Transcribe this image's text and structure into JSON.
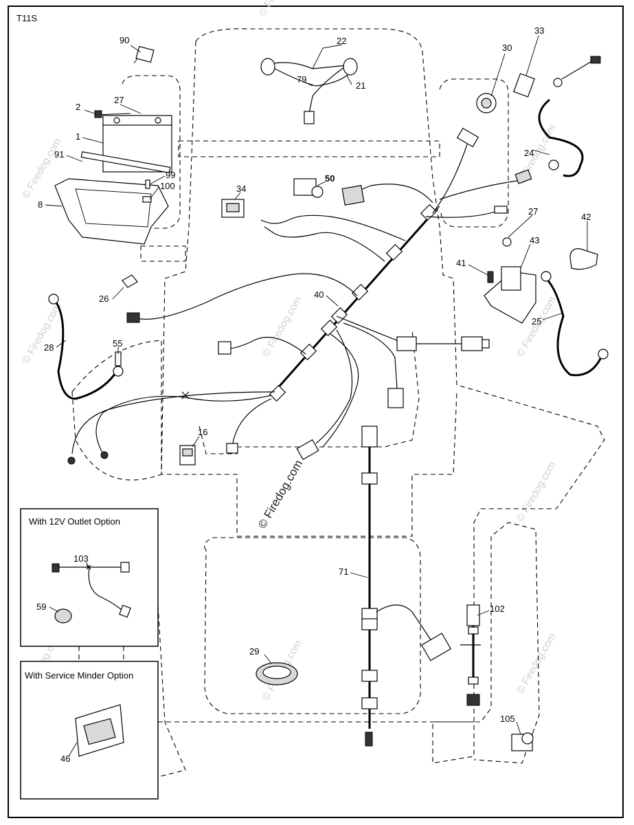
{
  "diagram_code": "T11S",
  "watermark": "© Firedog.com",
  "insets": {
    "outlet": {
      "title": "With 12V Outlet Option"
    },
    "service": {
      "title": "With Service Minder Option"
    }
  },
  "callouts": {
    "p90": "90",
    "p22": "22",
    "p79": "79",
    "p21": "21",
    "p30": "30",
    "p33": "33",
    "p27a": "27",
    "p2": "2",
    "p1": "1",
    "p91": "91",
    "p99": "99",
    "p100": "100",
    "p8": "8",
    "p34": "34",
    "p50": "50",
    "p24": "24",
    "p27b": "27",
    "p42": "42",
    "p43": "43",
    "p41": "41",
    "p26": "26",
    "p40": "40",
    "p25": "25",
    "p28": "28",
    "p55": "55",
    "p16": "16",
    "p71": "71",
    "p103": "103",
    "p59": "59",
    "p102": "102",
    "p29": "29",
    "p46": "46",
    "p105": "105"
  }
}
